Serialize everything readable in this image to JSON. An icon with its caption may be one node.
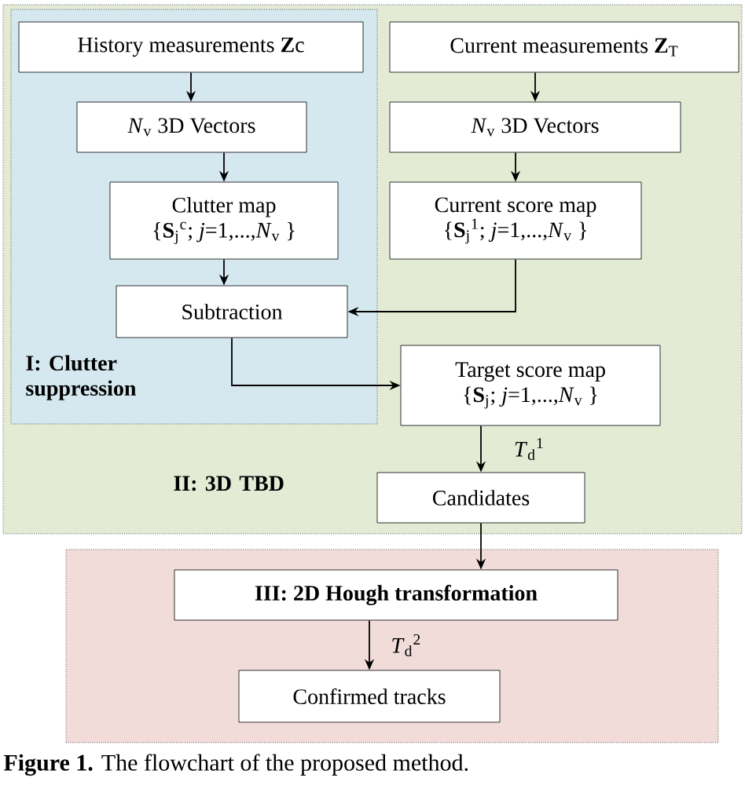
{
  "diagram": {
    "caption": "**Figure 1.** The flowchart of the proposed method.",
    "nodes": [
      {
        "text": [
          "II: 3D TBD"
        ]
      },
      {
        "text": [
          "I: Clutter suppression"
        ],
        "in": 0
      },
      {
        "text": [
          "History measurements **Z**c"
        ],
        "in": 1
      },
      {
        "text": [
          "*N*$_{v}$ 3D Vectors"
        ],
        "in": 1
      },
      {
        "text": [
          "Clutter map",
          "{**S**$_{j}$$^{c}$; *j*=1,...,*N*$_{v}$ }"
        ],
        "in": 1
      },
      {
        "text": [
          "Subtraction"
        ],
        "in": 1
      },
      {
        "text": [
          "Current measurements **Z**$_{T}$"
        ],
        "in": 0
      },
      {
        "text": [
          "*N*$_{v}$ 3D Vectors"
        ],
        "in": 0
      },
      {
        "text": [
          "Current score map",
          "{**S**$_{j}$$^{1}$; *j*=1,...,*N*$_{v}$ }"
        ],
        "in": 0
      },
      {
        "text": [
          "Target score map",
          "{**S**$_{j}$; *j*=1,...,*N*$_{v}$ }"
        ],
        "in": 0
      },
      {
        "text": [
          "Candidates"
        ],
        "in": 0
      },
      {
        "text": [],
        "shape": "box"
      },
      {
        "text": [
          "III: 2D Hough transformation"
        ],
        "in": 11
      },
      {
        "text": [
          "Confirmed tracks"
        ],
        "in": 11
      }
    ],
    "edges": [
      {
        "from": 2,
        "to": 3,
        "arrow": "to"
      },
      {
        "from": 3,
        "to": 4,
        "arrow": "to"
      },
      {
        "from": 4,
        "to": 5,
        "arrow": "to"
      },
      {
        "from": 6,
        "to": 7,
        "arrow": "to"
      },
      {
        "from": 7,
        "to": 8,
        "arrow": "to"
      },
      {
        "from": 8,
        "to": 5,
        "arrow": "to"
      },
      {
        "from": 5,
        "to": 9,
        "arrow": "to"
      },
      {
        "from": 9,
        "to": 10,
        "arrow": "to",
        "label": "*T*$_{d}$$^{1}$"
      },
      {
        "from": 10,
        "to": 12,
        "arrow": "to"
      },
      {
        "from": 12,
        "to": 13,
        "arrow": "to",
        "label": "*T*$_{d}$$^{2}$"
      }
    ]
  }
}
